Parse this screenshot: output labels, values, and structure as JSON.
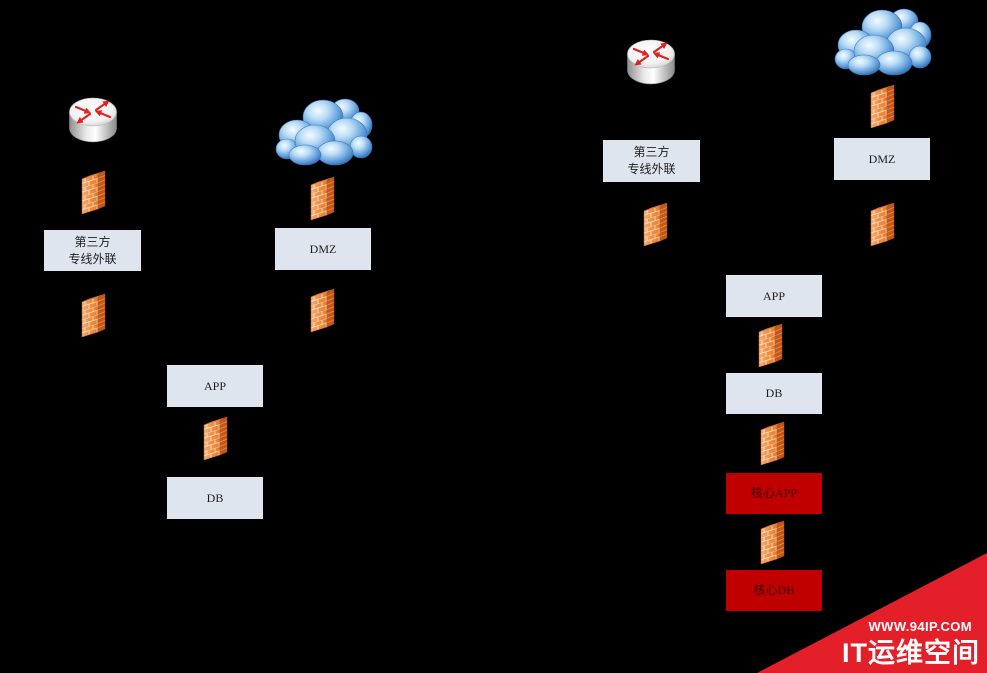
{
  "diagram_left": {
    "third_party": {
      "line1": "第三方",
      "line2": "专线外联"
    },
    "dmz": "DMZ",
    "app": "APP",
    "db": "DB"
  },
  "diagram_right": {
    "third_party": {
      "line1": "第三方",
      "line2": "专线外联"
    },
    "dmz": "DMZ",
    "app": "APP",
    "db": "DB",
    "core_app": "核心APP",
    "core_db": "核心DB"
  },
  "watermark": {
    "url": "WWW.94IP.COM",
    "brand": "IT运维空间"
  },
  "icons": {
    "router": "router-icon",
    "cloud": "cloud-icon",
    "firewall": "firewall-icon"
  },
  "colors": {
    "background": "#000000",
    "box": "#dfe5ef",
    "box_text": "#1e1e1e",
    "core_box": "#c00000",
    "core_text": "#3a0000",
    "watermark": "#e3202a",
    "watermark_text": "#ffffff"
  }
}
